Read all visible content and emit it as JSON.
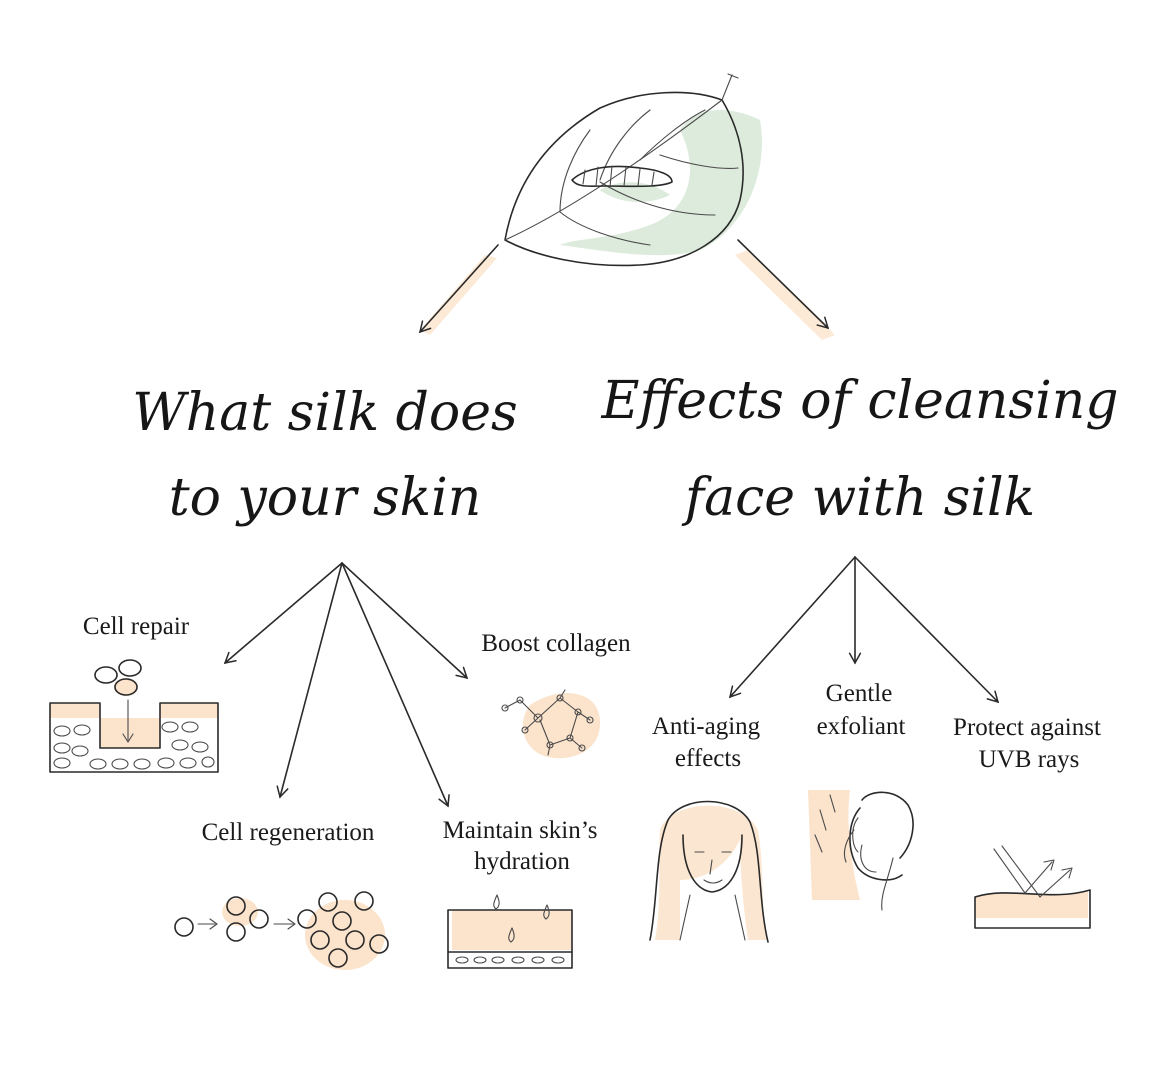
{
  "colors": {
    "ink": "#1a1a1a",
    "peach_wash": "#fbe3cc",
    "leaf_wash": "#dcebdc"
  },
  "icons": {
    "top": "mulberry-leaf-with-silkworm-icon",
    "cell_repair": "skin-cell-repair-icon",
    "cell_regeneration": "cell-division-icon",
    "boost_collagen": "collagen-molecule-icon",
    "hydration": "hydrated-skin-layer-icon",
    "anti_aging": "woman-face-icon",
    "exfoliant": "hand-on-face-icon",
    "uvb": "uv-ray-reflection-icon"
  },
  "left_branch": {
    "title_line1": "What silk does",
    "title_line2": "to your skin",
    "items": {
      "cell_repair": "Cell repair",
      "cell_regeneration": "Cell regeneration",
      "boost_collagen": "Boost collagen",
      "hydration_line1": "Maintain skin’s",
      "hydration_line2": "hydration"
    }
  },
  "right_branch": {
    "title_line1": "Effects of cleansing",
    "title_line2": "face with silk",
    "items": {
      "anti_aging_line1": "Anti-aging",
      "anti_aging_line2": "effects",
      "exfoliant_line1": "Gentle",
      "exfoliant_line2": "exfoliant",
      "uvb_line1": "Protect against",
      "uvb_line2": "UVB rays"
    }
  }
}
